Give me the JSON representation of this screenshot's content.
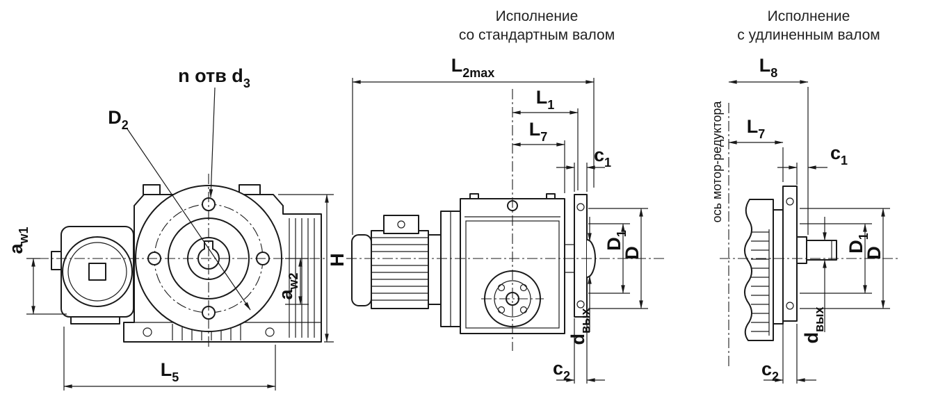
{
  "headers": {
    "standard": {
      "line1": "Исполнение",
      "line2": "со стандартным валом"
    },
    "extended": {
      "line1": "Исполнение",
      "line2": "с удлиненным валом"
    }
  },
  "front_view": {
    "holes_label": {
      "main": "n отв d",
      "sub": "3"
    },
    "d2": {
      "main": "D",
      "sub": "2"
    },
    "aw1": {
      "main": "a",
      "sub": "w1"
    },
    "aw2": {
      "main": "a",
      "sub": "w2"
    },
    "height": {
      "main": "H",
      "sub": ""
    },
    "l5": {
      "main": "L",
      "sub": "5"
    }
  },
  "standard_view": {
    "l2max": {
      "main": "L",
      "sub": "2max"
    },
    "l1": {
      "main": "L",
      "sub": "1"
    },
    "l7": {
      "main": "L",
      "sub": "7"
    },
    "c1": {
      "main": "c",
      "sub": "1"
    },
    "d1": {
      "main": "D",
      "sub": "1"
    },
    "d": {
      "main": "D",
      "sub": ""
    },
    "d_out": {
      "main": "d",
      "sub": "вых"
    },
    "c2": {
      "main": "c",
      "sub": "2"
    }
  },
  "extended_view": {
    "l8": {
      "main": "L",
      "sub": "8"
    },
    "l7": {
      "main": "L",
      "sub": "7"
    },
    "c1": {
      "main": "c",
      "sub": "1"
    },
    "axis_caption": "ось мотор-редуктора",
    "d1": {
      "main": "D",
      "sub": "1"
    },
    "d": {
      "main": "D",
      "sub": ""
    },
    "d_out": {
      "main": "d",
      "sub": "вых"
    },
    "c2": {
      "main": "c",
      "sub": "2"
    }
  }
}
